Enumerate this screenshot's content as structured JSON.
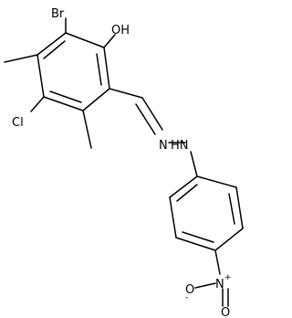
{
  "structure": {
    "labels": {
      "br": "Br",
      "oh": "OH",
      "cl": "Cl",
      "nh": "HN",
      "n": "N",
      "nitro_n": "N",
      "nitro_n_charge": "+",
      "nitro_o_left": "O",
      "nitro_o_left_charge": "-",
      "nitro_o_bottom": "O"
    }
  }
}
